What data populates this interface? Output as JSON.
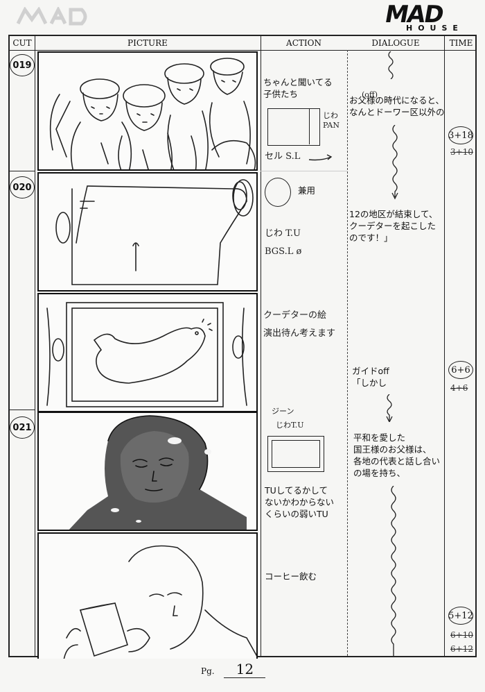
{
  "brand": {
    "logo_main": "MAD",
    "logo_sub": "HOUSE"
  },
  "header": {
    "cut": "CUT",
    "picture": "PICTURE",
    "action": "ACTION",
    "dialogue": "DIALOGUE",
    "time": "TIME"
  },
  "cuts": [
    {
      "number": "019",
      "action": "ちゃんと聞いてる\n子供たち",
      "action_notes": {
        "pan": "じわ\nPAN",
        "cel": "セル S.L"
      },
      "dialogue_off": "(off)",
      "dialogue": "お父様の時代になると、\nなんとドーワー区以外の",
      "dialogue_2": "12の地区が結束して、\nクーデターを起こした\nのです！」",
      "time": "3+18",
      "time_old": "3+10"
    },
    {
      "number": "020",
      "action_ref": "兼用",
      "action": "じわ T.U\nBGS.L ø"
    },
    {
      "number": "",
      "action": "クーデターの絵\n演出待ん考えます",
      "dialogue": "ガイドoff\n「しかし",
      "time": "6+6",
      "time_old": "4+6"
    },
    {
      "number": "021",
      "action_sfx": "ジーン",
      "action_notes": {
        "tu": "じわT.U"
      },
      "action": "TUしてるかして\nないかわからない\nくらいの弱いTU",
      "dialogue": "平和を愛した\n国王様のお父様は、\n各地の代表と話し合い\nの場を持ち、"
    },
    {
      "number": "",
      "action": "コーヒー飲む",
      "time": "5+12",
      "time_old": "6+10",
      "time_old_2": "6+12"
    }
  ],
  "footer": {
    "page_label": "Pg.",
    "page_number": "12"
  }
}
